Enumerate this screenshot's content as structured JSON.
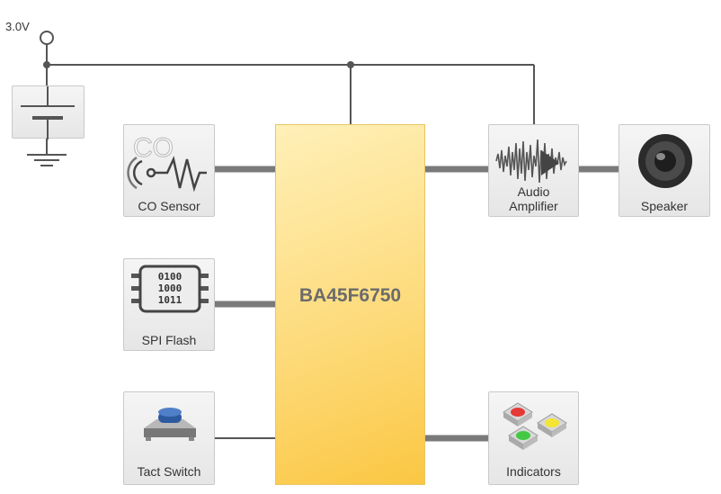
{
  "supply": {
    "label": "3.0V"
  },
  "mcu": {
    "label": "BA45F6750"
  },
  "blocks": {
    "co_sensor": {
      "label": "CO Sensor",
      "icon_text": "CO"
    },
    "spi_flash": {
      "label": "SPI Flash",
      "bits": [
        "0100",
        "1000",
        "1011"
      ]
    },
    "tact_switch": {
      "label": "Tact Switch"
    },
    "audio_amplifier": {
      "label_line1": "Audio",
      "label_line2": "Amplifier"
    },
    "speaker": {
      "label": "Speaker"
    },
    "indicators": {
      "label": "Indicators"
    }
  },
  "colors": {
    "wire": "#555555",
    "bus": "#7a7a7a",
    "mcu_top": "#fff0b8",
    "mcu_bottom": "#fbc743",
    "led_red": "#e53935",
    "led_yellow": "#f3e533",
    "led_green": "#43c943"
  }
}
